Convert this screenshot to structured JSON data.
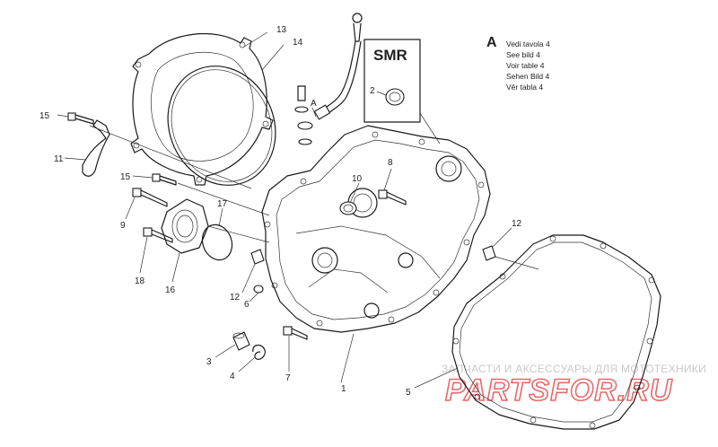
{
  "parts": {
    "p1": "1",
    "p2": "2",
    "p3": "3",
    "p4": "4",
    "p5": "5",
    "p6": "6",
    "p7": "7",
    "p8": "8",
    "p9": "9",
    "p10": "10",
    "p11": "11",
    "p12a": "12",
    "p12b": "12",
    "p13": "13",
    "p14": "14",
    "p15a": "15",
    "p15b": "15",
    "p16": "16",
    "p17": "17",
    "p18": "18",
    "pA": "A"
  },
  "smr_box": {
    "title": "SMR",
    "part": "2"
  },
  "legend": {
    "key": "A",
    "lines": [
      "Vedi tavola 4",
      "See bild 4",
      "Voir table 4",
      "Sehen Bild 4",
      "Vêr tabla 4"
    ]
  },
  "watermark": {
    "subtitle": "ЗАПЧАСТИ И АКСЕССУАРЫ ДЛЯ МОТОТЕХНИКИ",
    "brand": "PARTSFOR.RU"
  }
}
